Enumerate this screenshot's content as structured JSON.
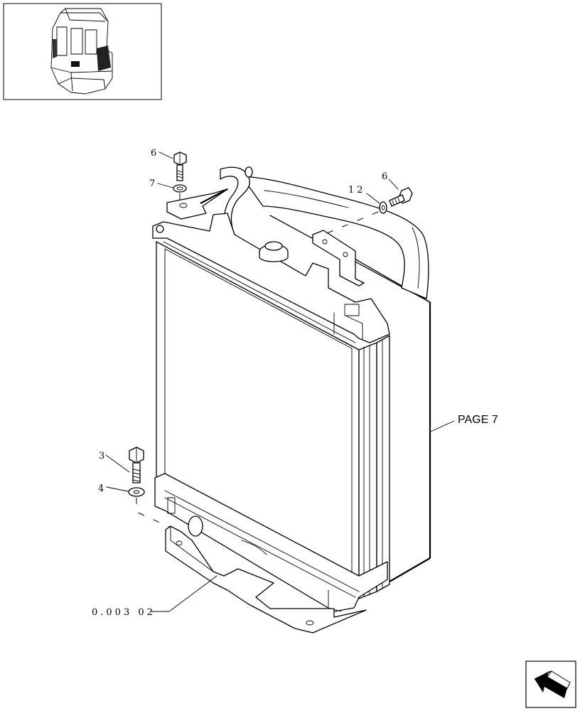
{
  "callouts": {
    "bolt_top_left": "6",
    "washer_top_left": "7",
    "washer_top_right": "12",
    "bolt_top_right": "6",
    "bolt_bottom": "3",
    "washer_bottom": "4",
    "reference": "0.003 02"
  },
  "page_reference": "PAGE 7"
}
